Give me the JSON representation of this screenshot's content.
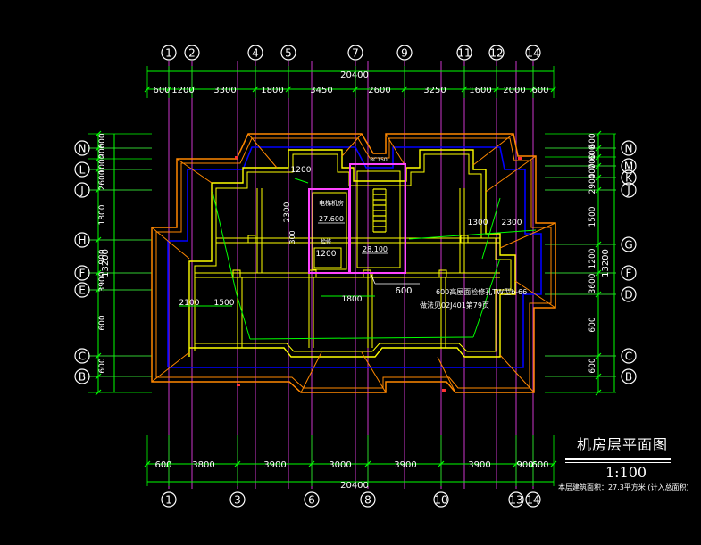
{
  "drawing": {
    "title": "机房层平面图",
    "scale": "1:100",
    "note": "本层建筑面积：27.3平方米 (计入总面积)"
  },
  "colors": {
    "background": "#000000",
    "dimension": "#00ff00",
    "axis_line": "#ff44ff",
    "wall_outline": "#ffff00",
    "outer_roof": "#ff8800",
    "inner_roof": "#0000ff",
    "stair_frame": "#ff44ff",
    "text": "#ffffff"
  },
  "axes": {
    "top": [
      "1",
      "2",
      "4",
      "5",
      "7",
      "9",
      "11",
      "12",
      "14"
    ],
    "bottom": [
      "1",
      "3",
      "6",
      "8",
      "10",
      "13",
      "14"
    ],
    "left": [
      "N",
      "L",
      "J",
      "H",
      "F",
      "E",
      "C",
      "B"
    ],
    "right": [
      "N",
      "M",
      "K",
      "J",
      "G",
      "F",
      "D",
      "C",
      "B"
    ]
  },
  "dimensions": {
    "top_total": "20400",
    "top_segments": [
      "600",
      "1200",
      "3300",
      "1800",
      "3450",
      "2600",
      "3250",
      "1600",
      "2000",
      "600"
    ],
    "bottom_total": "20400",
    "bottom_segments": [
      "600",
      "3800",
      "3900",
      "3000",
      "3900",
      "3900",
      "900",
      "600"
    ],
    "left_total": "13200",
    "left_segments": [
      "600",
      "1200",
      "1000",
      "2600",
      "1800",
      "900",
      "3900",
      "600",
      "600"
    ],
    "right_total": "13200",
    "right_segments": [
      "600",
      "600",
      "700",
      "400",
      "2900",
      "1500",
      "1200",
      "3600",
      "600",
      "600"
    ]
  },
  "labels": {
    "room_label": "电梯机房",
    "elev_room": "27.600",
    "elev_stair": "28.100",
    "roof_label": "RC150",
    "dim_1200_a": "1200",
    "dim_1200_b": "1200",
    "dim_2300": "2300",
    "dim_1300": "1300",
    "dim_2300_b": "2300",
    "dim_2100": "2100",
    "dim_1500": "1500",
    "dim_1800": "1800",
    "dim_300": "300",
    "door_label": "600",
    "stair_note": "600高屋面检修孔TW型b-66",
    "stair_note2": "做法见02J401第79页",
    "small_tag": "检修"
  }
}
